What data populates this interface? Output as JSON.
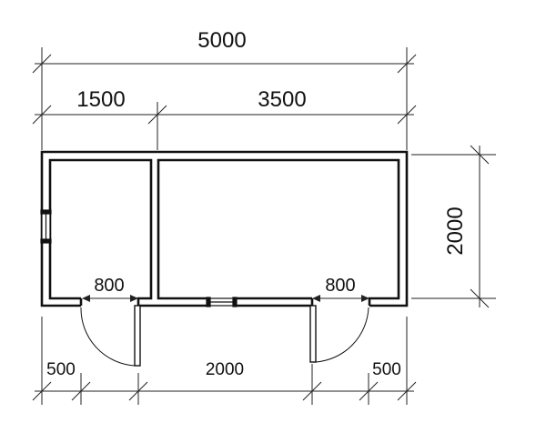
{
  "dimensions": {
    "total_width": "5000",
    "left_room_width": "1500",
    "right_room_width": "3500",
    "height": "2000",
    "left_door_width": "800",
    "right_door_width": "800",
    "left_wall_segment": "500",
    "middle_segment": "2000",
    "right_wall_segment": "500"
  }
}
